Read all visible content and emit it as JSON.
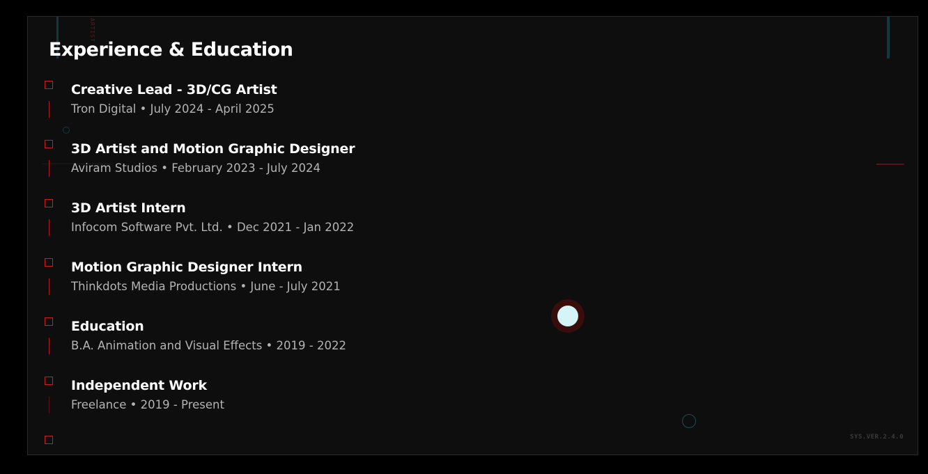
{
  "section": {
    "title": "Experience & Education"
  },
  "entries": [
    {
      "title": "Creative Lead - 3D/CG Artist",
      "subtitle": "Tron Digital • July 2024 - April 2025"
    },
    {
      "title": "3D Artist and Motion Graphic Designer",
      "subtitle": "Aviram Studios • February 2023 - July 2024"
    },
    {
      "title": "3D Artist Intern",
      "subtitle": "Infocom Software Pvt. Ltd. • Dec 2021 - Jan 2022"
    },
    {
      "title": "Motion Graphic Designer Intern",
      "subtitle": "Thinkdots Media Productions • June - July 2021"
    },
    {
      "title": "Education",
      "subtitle": "B.A. Animation and Visual Effects • 2019 - 2022"
    },
    {
      "title": "Independent Work",
      "subtitle": "Freelance • 2019 - Present"
    }
  ],
  "decor": {
    "vertical_text": "ARTIST",
    "version": "SYS.VER.2.4.0"
  },
  "colors": {
    "background": "#000000",
    "panel": "#0e0e0e",
    "accent_red": "#c81e1e",
    "accent_teal": "#0f3a40",
    "glow_core": "#d4f4f7",
    "text_primary": "#ffffff",
    "text_secondary": "#b4b4b4"
  }
}
